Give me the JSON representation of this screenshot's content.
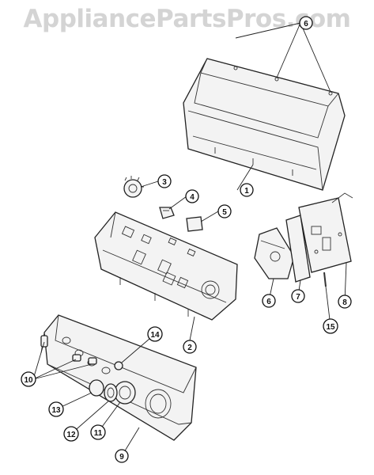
{
  "watermark": "AppliancePartsPros.com",
  "callouts": [
    {
      "id": "c1",
      "label": "1"
    },
    {
      "id": "c2",
      "label": "2"
    },
    {
      "id": "c3",
      "label": "3"
    },
    {
      "id": "c4",
      "label": "4"
    },
    {
      "id": "c5",
      "label": "5"
    },
    {
      "id": "c6a",
      "label": "6"
    },
    {
      "id": "c6b",
      "label": "6"
    },
    {
      "id": "c7",
      "label": "7"
    },
    {
      "id": "c8",
      "label": "8"
    },
    {
      "id": "c9",
      "label": "9"
    },
    {
      "id": "c10",
      "label": "10"
    },
    {
      "id": "c11",
      "label": "11"
    },
    {
      "id": "c12",
      "label": "12"
    },
    {
      "id": "c13",
      "label": "13"
    },
    {
      "id": "c14",
      "label": "14"
    },
    {
      "id": "c15",
      "label": "15"
    }
  ]
}
